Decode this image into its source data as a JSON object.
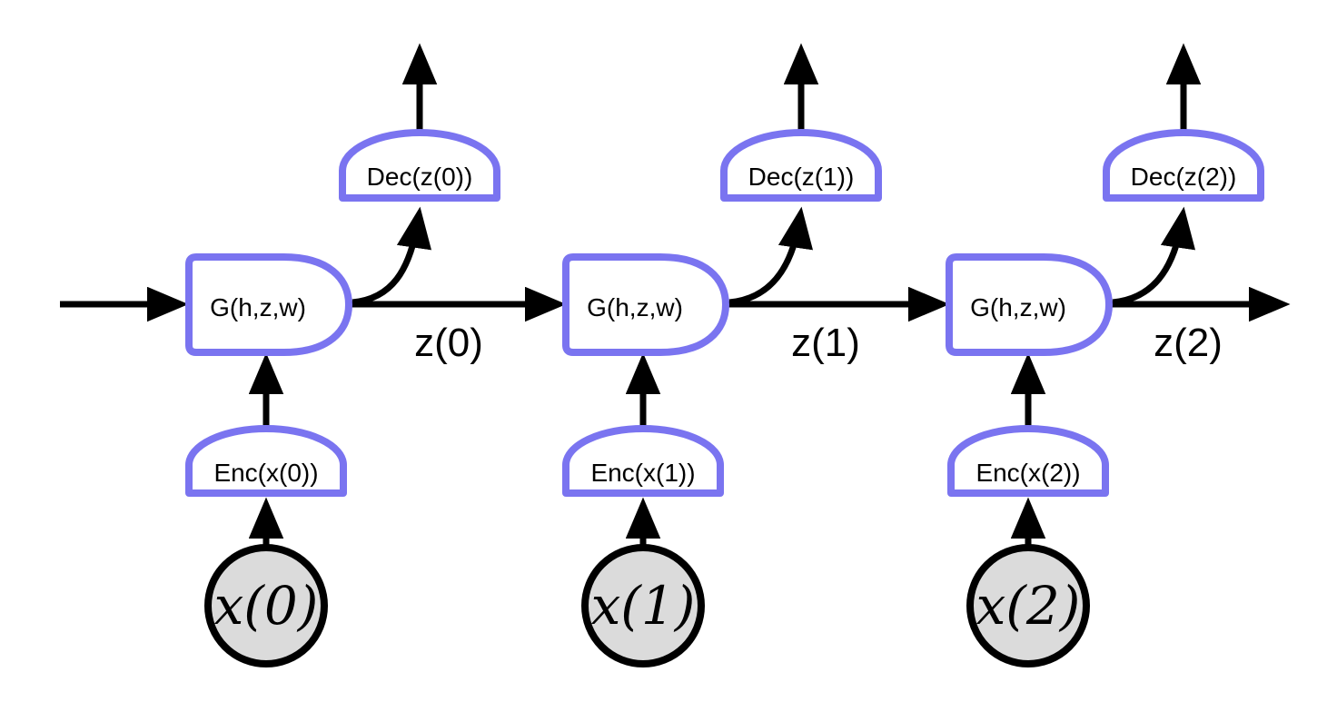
{
  "diagram": {
    "colors": {
      "block_border": "#7A74F0",
      "block_fill": "#FFFFFF",
      "arrow": "#000000",
      "node_fill": "#DBDBDB",
      "node_border": "#000000",
      "background": "#FFFFFF",
      "label": "#000000"
    },
    "units": [
      {
        "input_label": "x(0)",
        "encoder_label": "Enc(x(0))",
        "predictor_label": "G(h,z,w)",
        "decoder_label": "Dec(z(0))",
        "latent_label": "z(0)"
      },
      {
        "input_label": "x(1)",
        "encoder_label": "Enc(x(1))",
        "predictor_label": "G(h,z,w)",
        "decoder_label": "Dec(z(1))",
        "latent_label": "z(1)"
      },
      {
        "input_label": "x(2)",
        "encoder_label": "Enc(x(2))",
        "predictor_label": "G(h,z,w)",
        "decoder_label": "Dec(z(2))",
        "latent_label": "z(2)"
      }
    ]
  }
}
